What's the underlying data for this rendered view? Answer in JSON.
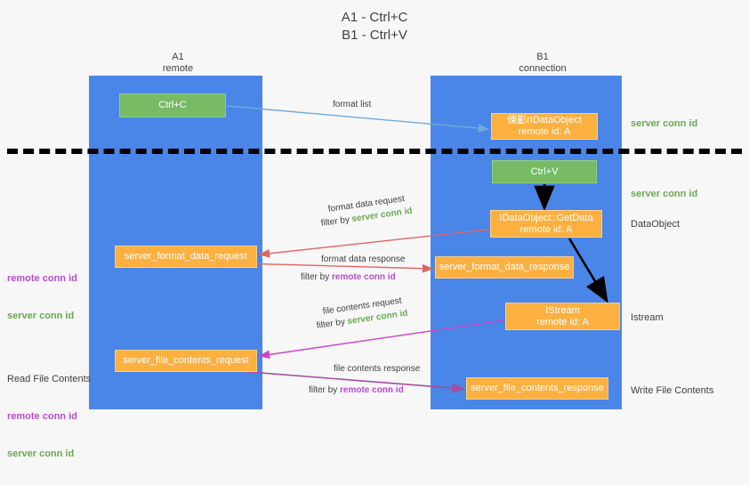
{
  "title": "A1 - Ctrl+C\nB1 - Ctrl+V",
  "columns": {
    "a1": {
      "name": "A1",
      "subtitle": "remote",
      "label": "A1\nremote"
    },
    "b1": {
      "name": "B1",
      "subtitle": "connection",
      "label": "B1\nconnection"
    }
  },
  "nodes": {
    "ctrl_c": {
      "label": "Ctrl+C",
      "color": "#77bb65",
      "kind": "green"
    },
    "idataobject": {
      "label": "倲彲rIDataObject\nremote id: A",
      "color": "#fcb040",
      "kind": "orange"
    },
    "ctrl_v": {
      "label": "Ctrl+V",
      "color": "#77bb65",
      "kind": "green"
    },
    "getdata": {
      "label": "IDataObject::GetData\nremote id: A",
      "color": "#fcb040",
      "kind": "orange"
    },
    "server_format_data_request": {
      "label": "server_format_data_request",
      "color": "#fcb040",
      "kind": "orange"
    },
    "server_format_data_response": {
      "label": "server_format_data_response",
      "color": "#fcb040",
      "kind": "orange"
    },
    "istream": {
      "label": "IStream\nremote id: A",
      "color": "#fcb040",
      "kind": "orange"
    },
    "server_file_contents_request": {
      "label": "server_file_contents_request",
      "color": "#fcb040",
      "kind": "orange"
    },
    "server_file_contents_response": {
      "label": "server_file_contents_response",
      "color": "#fcb040",
      "kind": "orange"
    }
  },
  "edge_labels": {
    "format_list": "format list",
    "format_data_request": "format data request",
    "format_data_request_filter_prefix": "filter by ",
    "format_data_request_filter_value": "server conn id",
    "format_data_response": "format data response",
    "format_data_response_filter_prefix": "filter by ",
    "format_data_response_filter_value": "remote conn id",
    "file_contents_request": "file contents request",
    "file_contents_request_filter_prefix": "filter by ",
    "file_contents_request_filter_value": "server conn id",
    "file_contents_response": "file contents response",
    "file_contents_response_filter_prefix": "filter by ",
    "file_contents_response_filter_value": "remote conn id"
  },
  "side_notes": {
    "server_conn_id_top": "server conn id",
    "server_conn_id_mid": "server conn id",
    "data_object": "DataObject",
    "istream": "Istream",
    "write_file_contents": "Write File Contents",
    "read_file_contents": "Read File Contents",
    "remote_conn_id": "remote conn id",
    "server_conn_id": "server conn id"
  },
  "colors": {
    "lane": "#4a86e8",
    "green_node": "#77bb65",
    "orange_node": "#fcb040",
    "server_conn_id": "#6aa84f",
    "remote_conn_id": "#b44ccc",
    "arrow_blue": "#6fa8dc",
    "arrow_red": "#e06666",
    "arrow_magenta": "#cc44cc",
    "arrow_purple": "#a64d9e",
    "arrow_black": "#000000",
    "background": "#f7f7f7"
  }
}
